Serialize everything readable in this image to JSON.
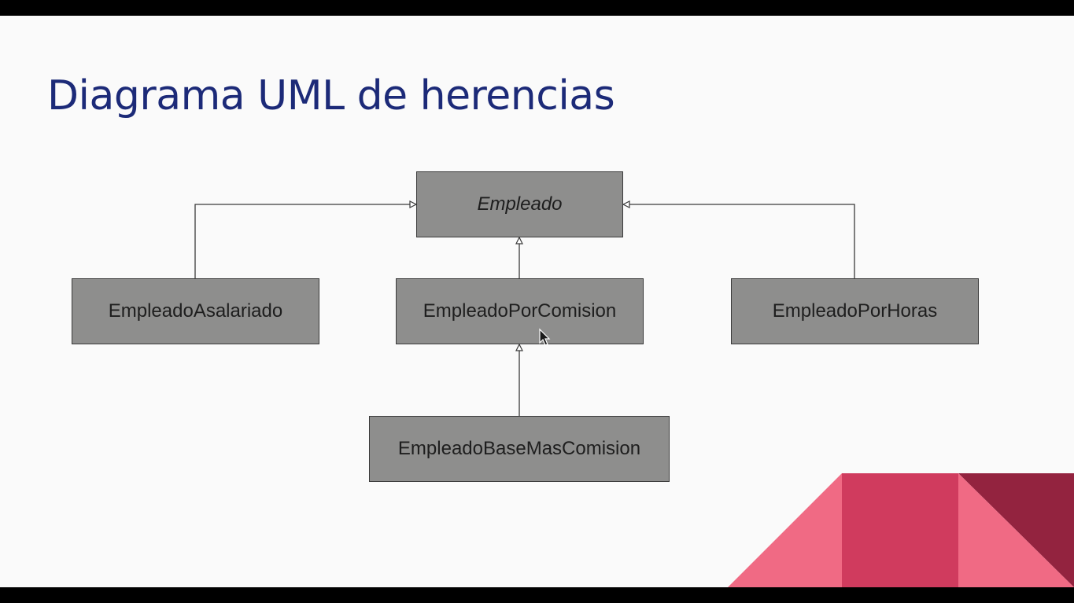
{
  "slide": {
    "title": "Diagrama UML de herencias",
    "colors": {
      "background": "#fafafa",
      "title": "#1c2a78",
      "class_box": "#8e8e8d",
      "box_border": "#3a3a3a",
      "connector": "#3a3a3a",
      "accent_pink": "#f06a84",
      "accent_red": "#d03b5e",
      "accent_maroon": "#93233f"
    }
  },
  "diagram": {
    "classes": [
      {
        "id": "empleado",
        "name": "Empleado",
        "abstract": true
      },
      {
        "id": "asalariado",
        "name": "EmpleadoAsalariado",
        "abstract": false
      },
      {
        "id": "comision",
        "name": "EmpleadoPorComision",
        "abstract": false
      },
      {
        "id": "horas",
        "name": "EmpleadoPorHoras",
        "abstract": false
      },
      {
        "id": "basemas",
        "name": "EmpleadoBaseMasComision",
        "abstract": false
      }
    ],
    "inheritance": [
      {
        "child": "asalariado",
        "parent": "empleado"
      },
      {
        "child": "comision",
        "parent": "empleado"
      },
      {
        "child": "horas",
        "parent": "empleado"
      },
      {
        "child": "basemas",
        "parent": "comision"
      }
    ]
  },
  "icons": {
    "cursor": "mouse-pointer-icon"
  }
}
